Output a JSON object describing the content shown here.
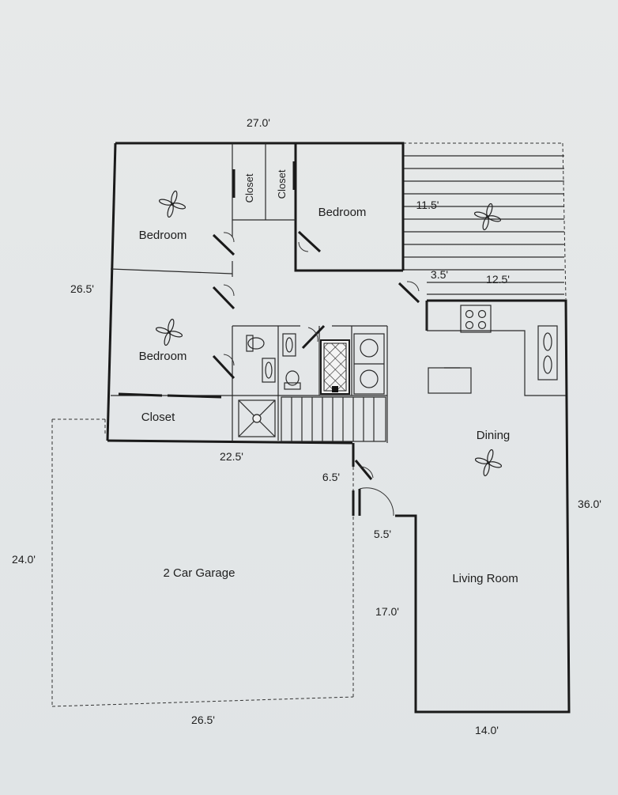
{
  "rooms": {
    "bedroom_top_left": "Bedroom",
    "bedroom_top_right": "Bedroom",
    "bedroom_bottom_left": "Bedroom",
    "closet_1": "Closet",
    "closet_2": "Closet",
    "closet_bottom": "Closet",
    "dining": "Dining",
    "living_room": "Living Room",
    "garage": "2 Car Garage"
  },
  "dimensions": {
    "top_width": "27.0'",
    "left_height": "26.5'",
    "deck_width": "11.5'",
    "deck_offset": "3.5'",
    "deck_length": "12.5'",
    "garage_top": "22.5'",
    "entry": "6.5'",
    "entry_width": "5.5'",
    "garage_depth": "24.0'",
    "garage_width": "26.5'",
    "right_height": "36.0'",
    "living_depth": "17.0'",
    "living_width": "14.0'"
  },
  "icons": [
    "ceiling-fan-icon",
    "stove-icon",
    "sink-icon",
    "toilet-icon",
    "bathtub-icon",
    "washer-dryer-icon",
    "shower-icon",
    "stairs-icon"
  ]
}
